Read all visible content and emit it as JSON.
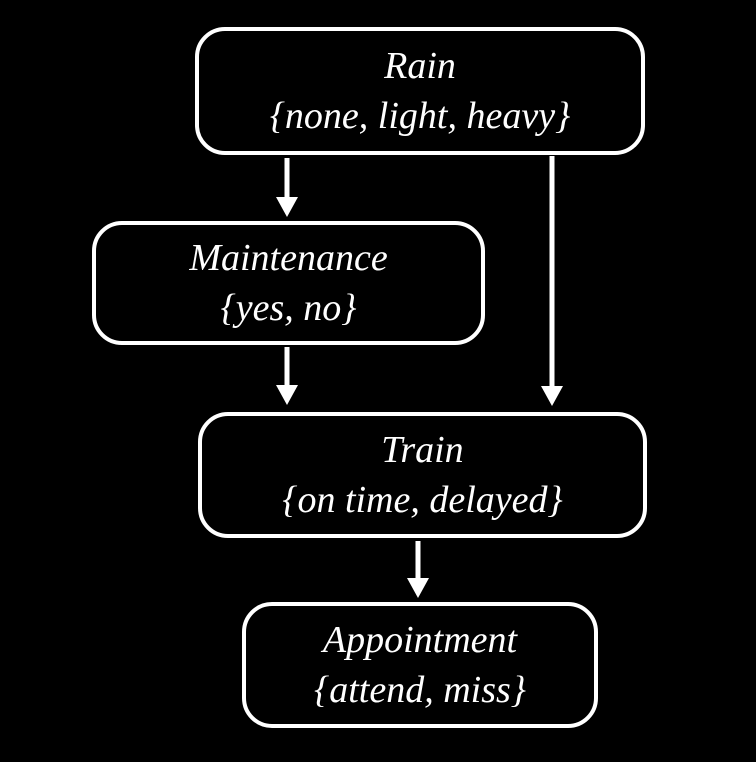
{
  "diagram": {
    "kind": "bayesian-network",
    "background_color": "#000000",
    "node_border_color": "#ffffff",
    "text_color": "#ffffff",
    "arrow_color": "#ffffff",
    "nodes": {
      "rain": {
        "label": "Rain",
        "values": "{none, light, heavy}"
      },
      "maintenance": {
        "label": "Maintenance",
        "values": "{yes, no}"
      },
      "train": {
        "label": "Train",
        "values": "{on time, delayed}"
      },
      "appointment": {
        "label": "Appointment",
        "values": "{attend, miss}"
      }
    },
    "edges": [
      {
        "from": "Rain",
        "to": "Maintenance"
      },
      {
        "from": "Rain",
        "to": "Train"
      },
      {
        "from": "Maintenance",
        "to": "Train"
      },
      {
        "from": "Train",
        "to": "Appointment"
      }
    ]
  }
}
